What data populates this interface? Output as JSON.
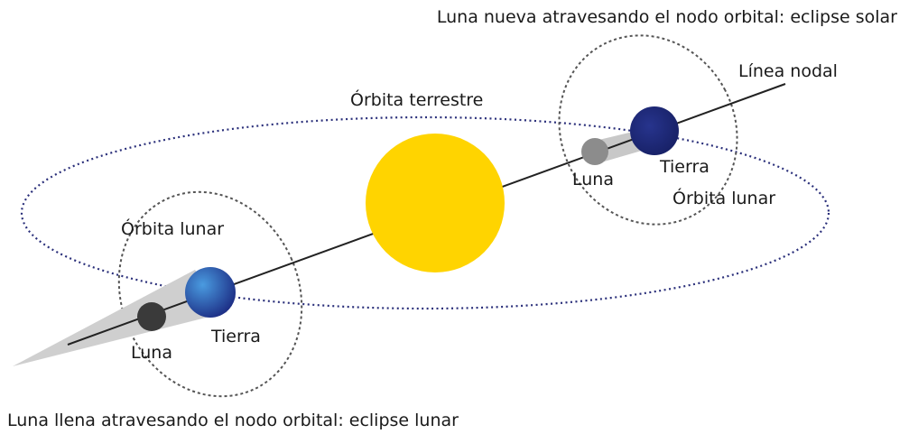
{
  "captions": {
    "top": "Luna nueva atravesando el nodo orbital: eclipse solar",
    "bottom": "Luna llena atravesando el nodo orbital: eclipse lunar"
  },
  "labels": {
    "nodal_line": "Línea nodal",
    "earth_orbit": "Órbita terrestre",
    "lunar_orbit_left": "Órbita lunar",
    "lunar_orbit_right": "Órbita lunar",
    "earth_left": "Tierra",
    "earth_right": "Tierra",
    "moon_left": "Luna",
    "moon_right": "Luna"
  },
  "colors": {
    "sun": "#FFD400",
    "earth_light": "#3d7fcf",
    "earth_dark": "#1d2f86",
    "earth_right": "#1f2a78",
    "moon_left": "#3a3a3a",
    "moon_right": "#8c8c8c",
    "shadow": "#cfcfcf",
    "earth_orbit": "#2a2f7a",
    "lunar_orbit": "#555555",
    "nodal_line": "#222222"
  }
}
